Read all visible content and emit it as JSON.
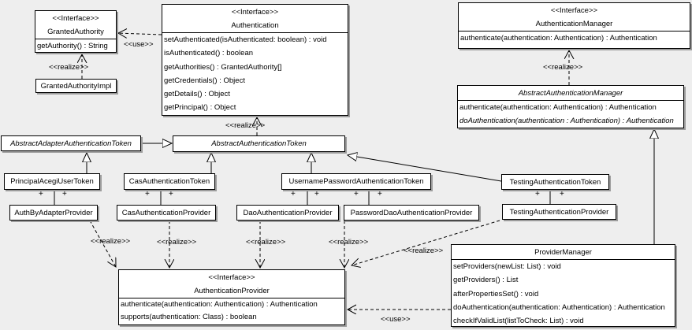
{
  "labels": {
    "realize": "<<realize>>",
    "use": "<<use>>",
    "plus": "+"
  },
  "classes": {
    "granted_authority": {
      "stereotype": "<<Interface>>",
      "name": "GrantedAuthority",
      "methods": [
        "getAuthority() : String"
      ]
    },
    "granted_authority_impl": {
      "name": "GrantedAuthorityImpl"
    },
    "authentication": {
      "stereotype": "<<Interface>>",
      "name": "Authentication",
      "methods": [
        "setAuthenticated(isAuthenticated: boolean) : void",
        "isAuthenticated() : boolean",
        "getAuthorities() : GrantedAuthority[]",
        "getCredentials() : Object",
        "getDetails() : Object",
        "getPrincipal() : Object"
      ]
    },
    "authentication_manager": {
      "stereotype": "<<Interface>>",
      "name": "AuthenticationManager",
      "methods": [
        "authenticate(authentication: Authentication) : Authentication"
      ]
    },
    "abstract_authentication_manager": {
      "name": "AbstractAuthenticationManager",
      "methods": [
        "authenticate(authentication: Authentication) : Authentication",
        "doAuthentication(authentication : Authentication) : Authentication"
      ]
    },
    "abstract_adapter_authentication_token": {
      "name": "AbstractAdapterAuthenticationToken"
    },
    "abstract_authentication_token": {
      "name": "AbstractAuthenticationToken"
    },
    "principal_acegi_user_token": {
      "name": "PrincipalAcegiUserToken"
    },
    "cas_authentication_token": {
      "name": "CasAuthenticationToken"
    },
    "username_password_authentication_token": {
      "name": "UsernamePasswordAuthenticationToken"
    },
    "testing_authentication_token": {
      "name": "TestingAuthenticationToken"
    },
    "auth_by_adapter_provider": {
      "name": "AuthByAdapterProvider"
    },
    "cas_authentication_provider": {
      "name": "CasAuthenticationProvider"
    },
    "dao_authentication_provider": {
      "name": "DaoAuthenticationProvider"
    },
    "password_dao_authentication_provider": {
      "name": "PasswordDaoAuthenticationProvider"
    },
    "testing_authentication_provider": {
      "name": "TestingAuthenticationProvider"
    },
    "authentication_provider": {
      "stereotype": "<<Interface>>",
      "name": "AuthenticationProvider",
      "methods": [
        "authenticate(authentication: Authentication) : Authentication",
        "supports(authentication: Class) : boolean"
      ]
    },
    "provider_manager": {
      "name": "ProviderManager",
      "methods": [
        "setProviders(newList: List) : void",
        "getProviders() : List",
        "afterPropertiesSet() : void",
        "doAuthentication(authentication: Authentication) : Authentication",
        "checkIfValidList(listToCheck: List) : void"
      ]
    }
  },
  "relationships": [
    {
      "from": "Authentication",
      "to": "GrantedAuthority",
      "type": "use"
    },
    {
      "from": "GrantedAuthorityImpl",
      "to": "GrantedAuthority",
      "type": "realize"
    },
    {
      "from": "AbstractAuthenticationToken",
      "to": "Authentication",
      "type": "realize"
    },
    {
      "from": "AbstractAuthenticationManager",
      "to": "AuthenticationManager",
      "type": "realize"
    },
    {
      "from": "AbstractAdapterAuthenticationToken",
      "to": "AbstractAuthenticationToken",
      "type": "generalization"
    },
    {
      "from": "PrincipalAcegiUserToken",
      "to": "AbstractAdapterAuthenticationToken",
      "type": "generalization"
    },
    {
      "from": "CasAuthenticationToken",
      "to": "AbstractAuthenticationToken",
      "type": "generalization"
    },
    {
      "from": "UsernamePasswordAuthenticationToken",
      "to": "AbstractAuthenticationToken",
      "type": "generalization"
    },
    {
      "from": "TestingAuthenticationToken",
      "to": "AbstractAuthenticationToken",
      "type": "generalization"
    },
    {
      "from": "ProviderManager",
      "to": "AbstractAuthenticationManager",
      "type": "generalization"
    },
    {
      "from": "PrincipalAcegiUserToken",
      "to": "AuthByAdapterProvider",
      "type": "association"
    },
    {
      "from": "CasAuthenticationToken",
      "to": "CasAuthenticationProvider",
      "type": "association"
    },
    {
      "from": "UsernamePasswordAuthenticationToken",
      "to": "DaoAuthenticationProvider",
      "type": "association"
    },
    {
      "from": "UsernamePasswordAuthenticationToken",
      "to": "PasswordDaoAuthenticationProvider",
      "type": "association"
    },
    {
      "from": "TestingAuthenticationToken",
      "to": "TestingAuthenticationProvider",
      "type": "association"
    },
    {
      "from": "AuthByAdapterProvider",
      "to": "AuthenticationProvider",
      "type": "realize"
    },
    {
      "from": "CasAuthenticationProvider",
      "to": "AuthenticationProvider",
      "type": "realize"
    },
    {
      "from": "DaoAuthenticationProvider",
      "to": "AuthenticationProvider",
      "type": "realize"
    },
    {
      "from": "PasswordDaoAuthenticationProvider",
      "to": "AuthenticationProvider",
      "type": "realize"
    },
    {
      "from": "TestingAuthenticationProvider",
      "to": "AuthenticationProvider",
      "type": "realize"
    },
    {
      "from": "ProviderManager",
      "to": "AuthenticationProvider",
      "type": "use"
    }
  ],
  "colors": {
    "background": "#eeeeee",
    "node_fill": "#ffffff",
    "line": "#000000",
    "shadow": "#9c9c9c"
  }
}
